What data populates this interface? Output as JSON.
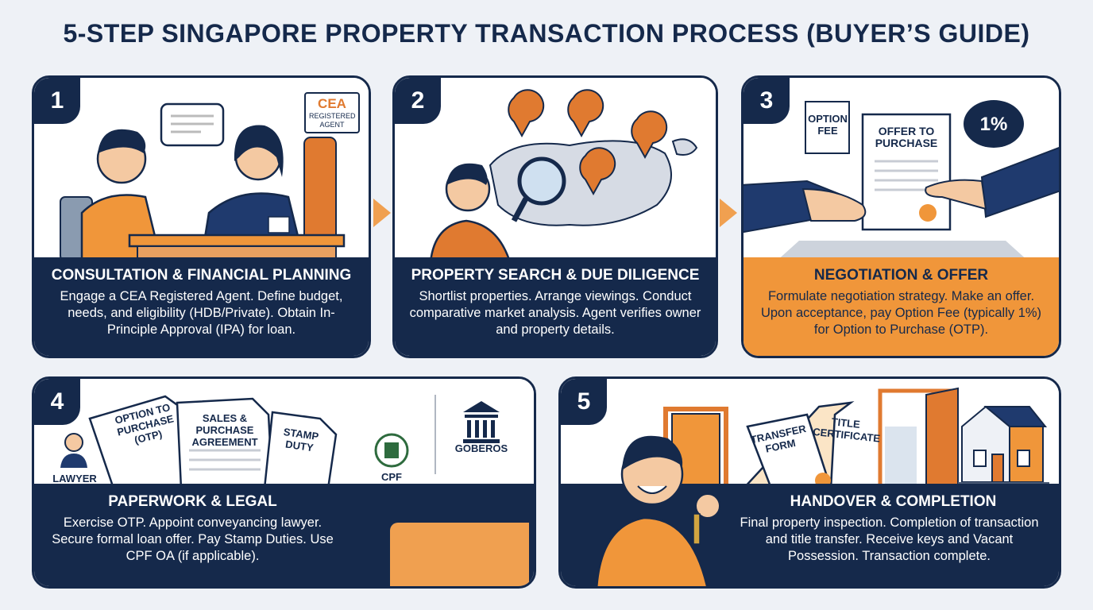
{
  "title": "5-STEP SINGAPORE PROPERTY TRANSACTION PROCESS (BUYER’S GUIDE)",
  "steps": [
    {
      "number": "1",
      "heading": "CONSULTATION & FINANCIAL PLANNING",
      "body": "Engage a CEA Registered Agent. Define budget, needs, and eligibility (HDB/Private). Obtain In-Principle Approval (IPA) for loan.",
      "badge_logo": "CEA",
      "badge_text": "REGISTERED AGENT"
    },
    {
      "number": "2",
      "heading": "PROPERTY SEARCH & DUE DILIGENCE",
      "body": "Shortlist properties. Arrange viewings. Conduct comparative market analysis. Agent verifies owner and property details."
    },
    {
      "number": "3",
      "heading": "NEGOTIATION & OFFER",
      "body": "Formulate negotiation strategy. Make an offer. Upon acceptance, pay Option Fee (typically 1%) for Option to Purchase (OTP).",
      "doc1": "OPTION FEE",
      "doc2": "OFFER TO PURCHASE",
      "bubble": "1%"
    },
    {
      "number": "4",
      "heading": "PAPERWORK & LEGAL",
      "body": "Exercise OTP. Appoint conveyancing lawyer. Secure formal loan offer. Pay Stamp Duties. Use CPF OA (if applicable).",
      "lawyer": "LAWYER",
      "doc1": "OPTION TO PURCHASE (OTP)",
      "doc2": "SALES & PURCHASE AGREEMENT",
      "doc3": "STAMP DUTY",
      "cpf": "CPF",
      "gov": "GOBEROS"
    },
    {
      "number": "5",
      "heading": "HANDOVER & COMPLETION",
      "body": "Final property inspection. Completion of transaction and title transfer. Receive keys and Vacant Possession. Transaction complete.",
      "doc1": "TRANSFER FORM",
      "doc2": "TITLE CERTIFICATE"
    }
  ],
  "colors": {
    "navy": "#15294b",
    "orange": "#f0963a",
    "bg": "#eef1f6"
  }
}
